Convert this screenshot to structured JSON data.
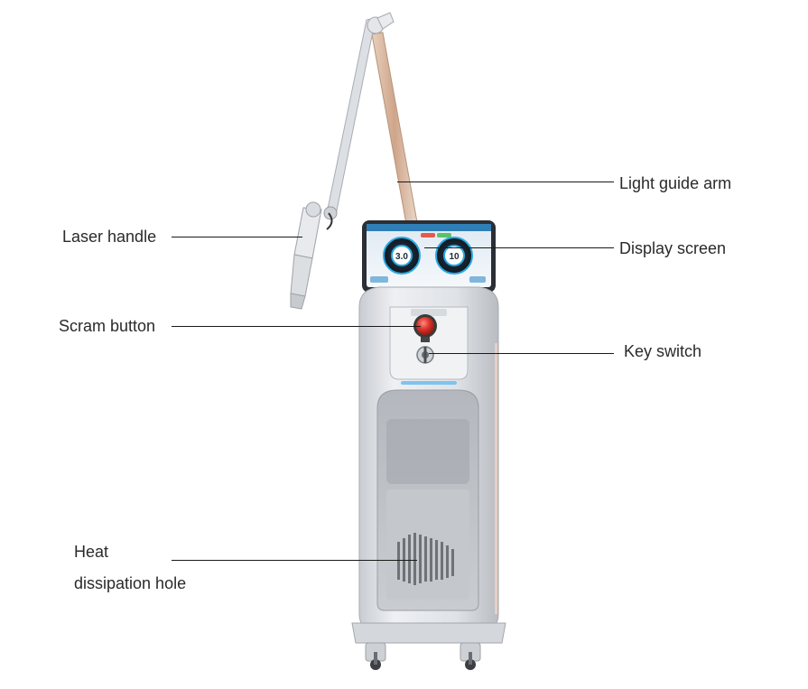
{
  "labels": {
    "light_guide_arm": "Light guide arm",
    "laser_handle": "Laser handle",
    "display_screen": "Display screen",
    "scram_button": "Scram button",
    "key_switch": "Key switch",
    "heat_line1": "Heat",
    "heat_line2": "dissipation hole"
  },
  "screen": {
    "left_dial_value": "3.0",
    "right_dial_value": "10"
  },
  "colors": {
    "body_silver": "#d9dbe0",
    "panel_gray": "#a9adb3",
    "arm_gold": "#d8b7a0",
    "scram_red": "#d8322a",
    "screen_dark": "#1d2a3a",
    "dial_accent": "#28a9e0",
    "leader_line": "#1a1a1a"
  }
}
